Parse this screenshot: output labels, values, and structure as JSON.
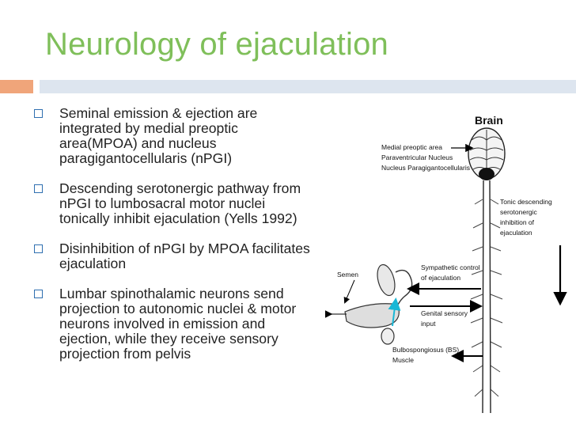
{
  "slide": {
    "title": "Neurology of ejaculation",
    "bullets": [
      "Seminal emission & ejection are integrated by medial preoptic area(MPOA) and nucleus paragigantocellularis (nPGI)",
      "Descending serotonergic pathway from nPGI to lumbosacral motor nuclei tonically inhibit ejaculation (Yells 1992)",
      "Disinhibition of nPGI by MPOA facilitates ejaculation",
      "Lumbar spinothalamic neurons send projection to autonomic nuclei & motor neurons involved in emission and ejection, while they receive sensory projection from pelvis"
    ]
  },
  "figure": {
    "brain_label": "Brain",
    "nuclei_labels": [
      "Medial preoptic area",
      "Paraventricular Nucleus",
      "Nucleus Paragigantocellularis"
    ],
    "tonic_labels": [
      "Tonic descending",
      "serotonergic",
      "inhibition of",
      "ejaculation"
    ],
    "semen_label": "Semen",
    "sympathetic_labels": [
      "Sympathetic control",
      "of ejaculation"
    ],
    "genital_labels": [
      "Genital sensory",
      "input"
    ],
    "muscle_labels": [
      "Bulbospongiosus (BS)",
      "Muscle"
    ],
    "colors": {
      "arrow_cyan": "#18b7d6"
    }
  }
}
